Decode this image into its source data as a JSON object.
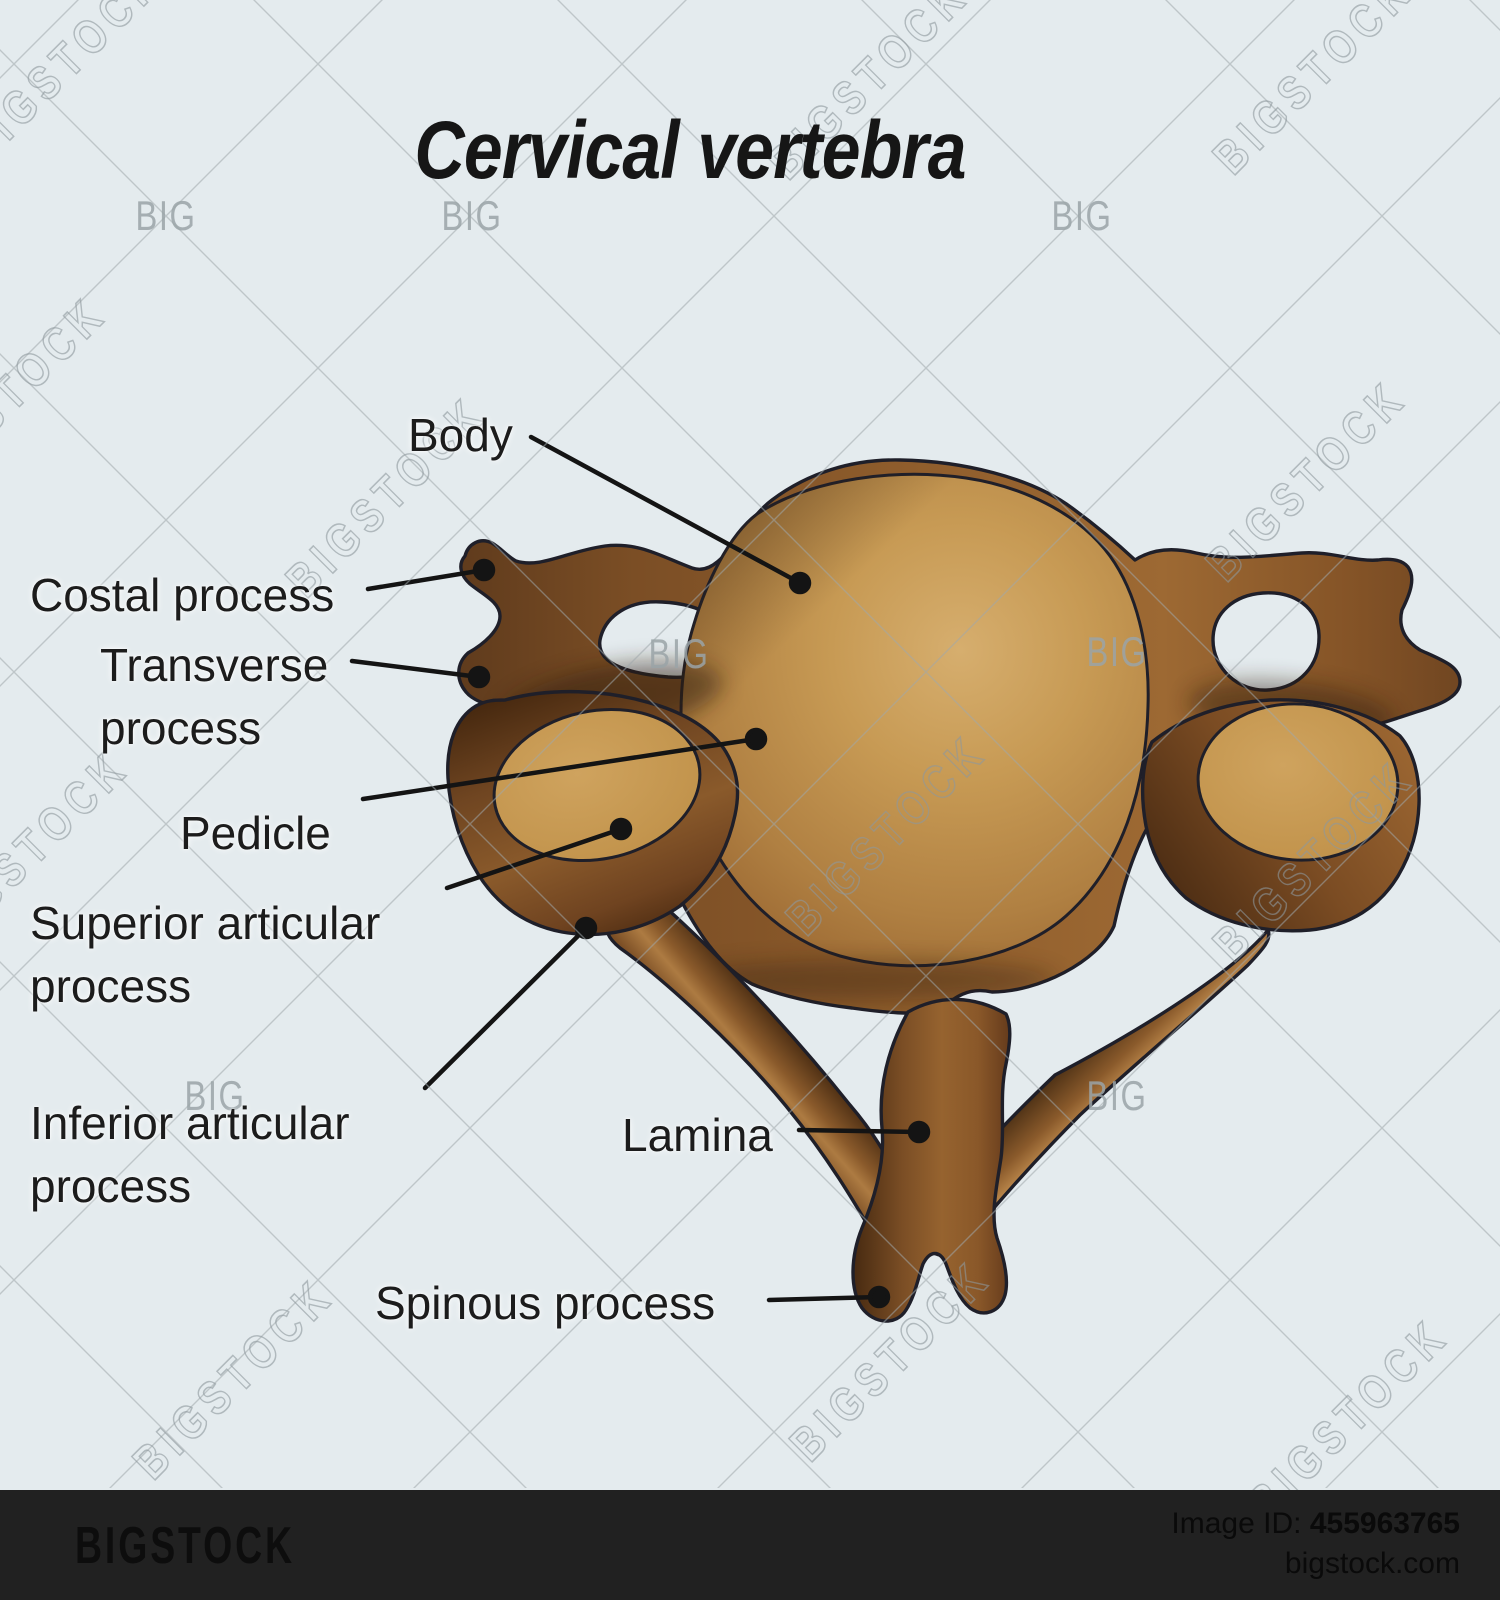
{
  "title": "Cervical vertebra",
  "labels": {
    "body": "Body",
    "costal": "Costal process",
    "transverse": "Transverse process",
    "pedicle": "Pedicle",
    "superior": "Superior articular process",
    "inferior": "Inferior articular process",
    "lamina": "Lamina",
    "spinous": "Spinous process"
  },
  "watermark": {
    "brand": "BIGSTOCK",
    "brand_short": "BIG"
  },
  "footer": {
    "logo": "BIGSTOCK",
    "image_id_label": "Image ID:",
    "image_id": "455963765",
    "site": "bigstock.com"
  },
  "colors": {
    "background": "#e4ebee",
    "outline": "#1f1f29",
    "bone_dark": "#4a2a10",
    "bone_mid": "#8a5a2b",
    "bone_light": "#a9763c",
    "facet_tan": "#c59a54",
    "body_center_light": "#d6ae6e",
    "label_text": "#1c1c1c",
    "leader_line": "#141414",
    "watermark_gray": "#9aa3a7",
    "footer_background": "#212121",
    "footer_text": "#0c0c0c"
  }
}
